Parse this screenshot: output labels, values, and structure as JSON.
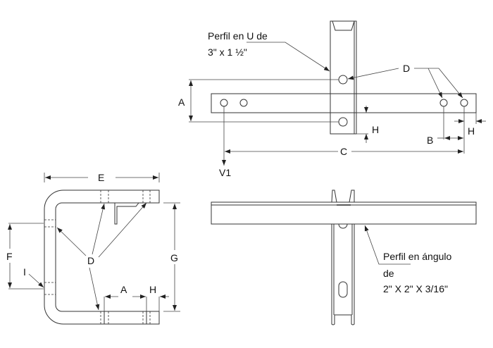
{
  "top_view": {
    "channel_label": [
      "Perfil en U de",
      "3\" x 1 ½\""
    ],
    "dims": {
      "A": "A",
      "H1": "H",
      "H2": "H",
      "B": "B",
      "C": "C",
      "D": "D",
      "V1": "V1"
    }
  },
  "frame_view": {
    "dims": {
      "E": "E",
      "F": "F",
      "G": "G",
      "I": "I",
      "D": "D",
      "A": "A",
      "H": "H"
    }
  },
  "side_view": {
    "angle_label": [
      "Perfil en ángulo",
      "de",
      "2\" X 2\" X 3/16\""
    ]
  },
  "colors": {
    "line": "#333333",
    "background": "#ffffff"
  }
}
